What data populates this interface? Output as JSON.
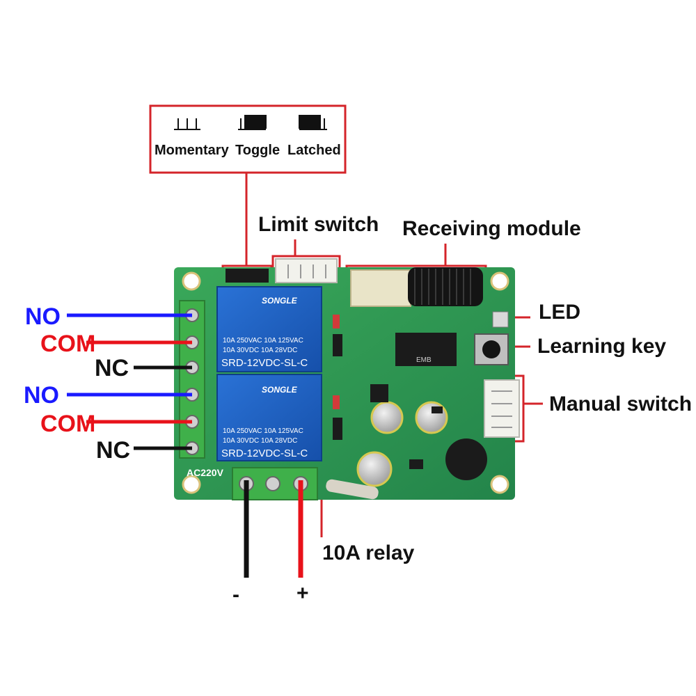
{
  "modes": {
    "momentary": "Momentary",
    "toggle": "Toggle",
    "latched": "Latched"
  },
  "callouts": {
    "limit_switch": "Limit switch",
    "receiving_module": "Receiving module",
    "led": "LED",
    "learning_key": "Learning key",
    "manual_switch": "Manual switch",
    "relay": "10A relay"
  },
  "terminals": [
    {
      "label": "NO",
      "color": "#1a1aff"
    },
    {
      "label": "COM",
      "color": "#e8121a"
    },
    {
      "label": "NC",
      "color": "#111111"
    },
    {
      "label": "NO",
      "color": "#1a1aff"
    },
    {
      "label": "COM",
      "color": "#e8121a"
    },
    {
      "label": "NC",
      "color": "#111111"
    }
  ],
  "power": {
    "negative": "-",
    "positive": "+",
    "input_label": "AC220V"
  },
  "relay": {
    "brand": "SONGLE",
    "rating_line1": "10A 250VAC  10A 125VAC",
    "rating_line2": "10A 30VDC  10A 28VDC",
    "model": "SRD-12VDC-SL-C"
  },
  "chip_marking": "EMB",
  "colors": {
    "callout_red": "#d4242a",
    "pcb_green": "#2e9a50",
    "relay_blue": "#1c5fc2",
    "terminal_green": "#3fb04a"
  }
}
